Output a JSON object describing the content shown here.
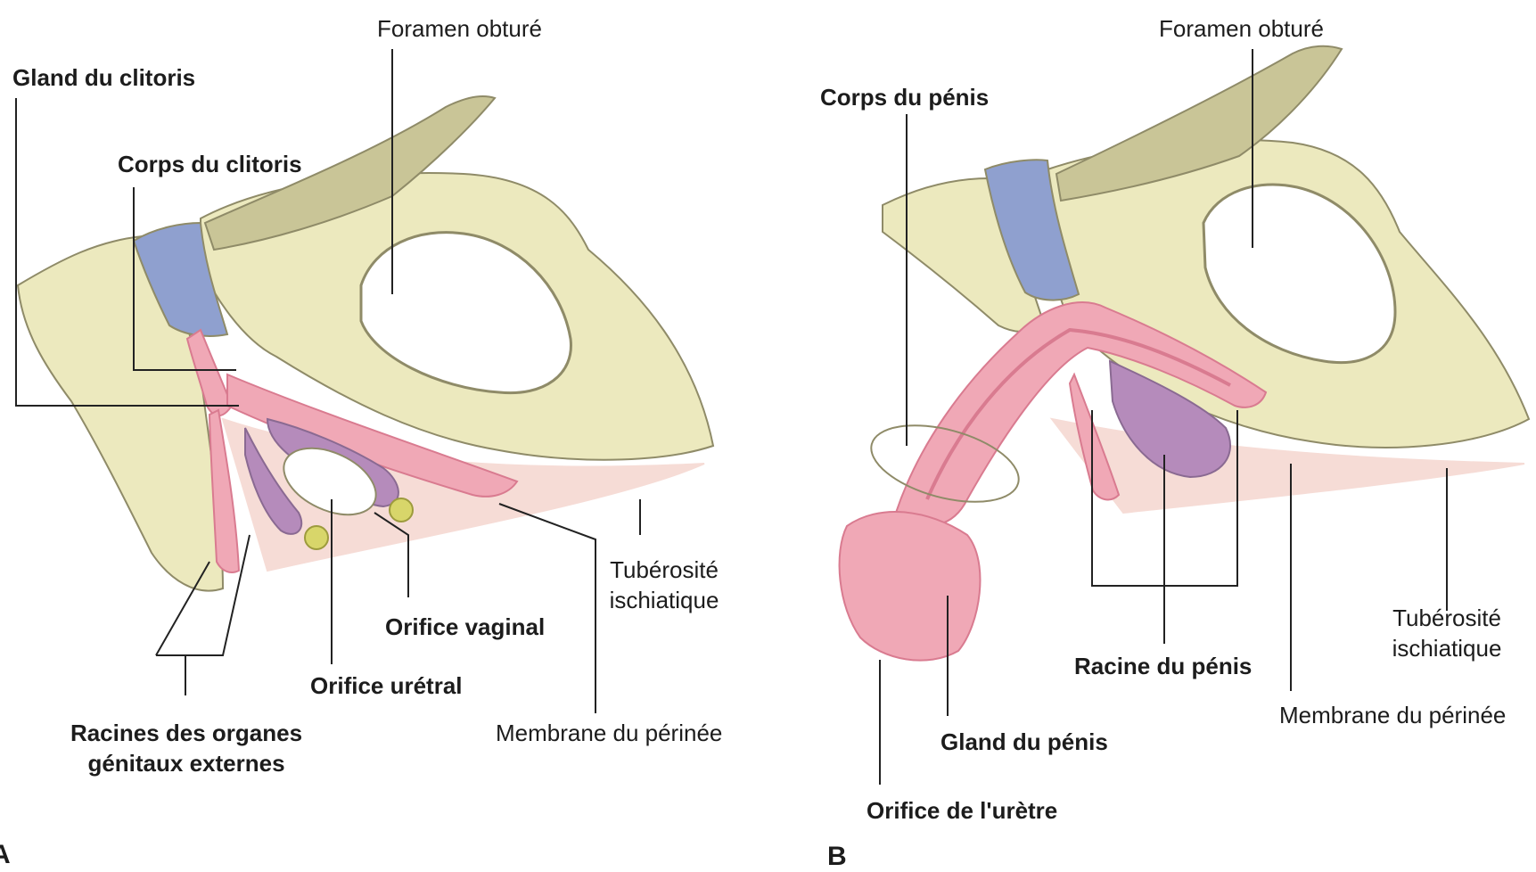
{
  "colors": {
    "bone": "#ece9be",
    "bone_shade": "#c9c597",
    "bone_outline": "#8f8b68",
    "cartilage": "#8fa0cf",
    "erectile": "#f0a8b6",
    "erectile_dark": "#d97b90",
    "bulb": "#b58bbb",
    "membrane": "#f6dcd6",
    "gland_yellow": "#d8d66a",
    "leader": "#222222"
  },
  "panel_a": {
    "letter": "A",
    "labels": {
      "foramen": "Foramen obturé",
      "gland_clitoris": "Gland du clitoris",
      "corps_clitoris": "Corps du clitoris",
      "tuberosite_1": "Tubérosité",
      "tuberosite_2": "ischiatique",
      "orifice_vaginal": "Orifice vaginal",
      "orifice_uretral": "Orifice urétral",
      "racines_1": "Racines des organes",
      "racines_2": "génitaux externes",
      "membrane": "Membrane du périnée"
    }
  },
  "panel_b": {
    "letter": "B",
    "labels": {
      "foramen": "Foramen obturé",
      "corps_penis": "Corps du pénis",
      "tuberosite_1": "Tubérosité",
      "tuberosite_2": "ischiatique",
      "membrane": "Membrane du périnée",
      "racine_penis": "Racine du pénis",
      "gland_penis": "Gland du pénis",
      "orifice_uretre": "Orifice de l'urètre"
    }
  }
}
